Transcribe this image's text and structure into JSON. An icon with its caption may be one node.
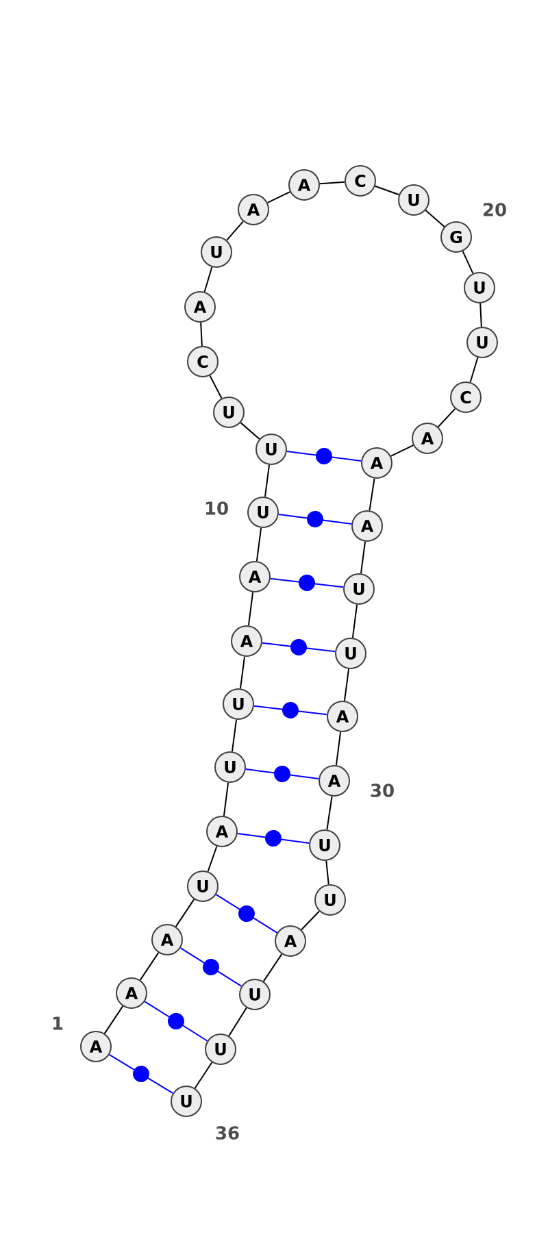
{
  "diagram": {
    "nodes": [
      {
        "text": [
          "A"
        ]
      },
      {
        "text": [
          "A"
        ]
      },
      {
        "text": [
          "A"
        ]
      },
      {
        "text": [
          "U"
        ]
      },
      {
        "text": [
          "A"
        ]
      },
      {
        "text": [
          "U"
        ]
      },
      {
        "text": [
          "U"
        ]
      },
      {
        "text": [
          "A"
        ]
      },
      {
        "text": [
          "A"
        ]
      },
      {
        "text": [
          "U"
        ]
      },
      {
        "text": [
          "U"
        ]
      },
      {
        "text": [
          "U"
        ]
      },
      {
        "text": [
          "C"
        ]
      },
      {
        "text": [
          "A"
        ]
      },
      {
        "text": [
          "U"
        ]
      },
      {
        "text": [
          "A"
        ]
      },
      {
        "text": [
          "A"
        ]
      },
      {
        "text": [
          "C"
        ]
      },
      {
        "text": [
          "U"
        ]
      },
      {
        "text": [
          "G"
        ]
      },
      {
        "text": [
          "U"
        ]
      },
      {
        "text": [
          "U"
        ]
      },
      {
        "text": [
          "C"
        ]
      },
      {
        "text": [
          "A"
        ]
      },
      {
        "text": [
          "A"
        ]
      },
      {
        "text": [
          "A"
        ]
      },
      {
        "text": [
          "U"
        ]
      },
      {
        "text": [
          "U"
        ]
      },
      {
        "text": [
          "A"
        ]
      },
      {
        "text": [
          "A"
        ]
      },
      {
        "text": [
          "U"
        ]
      },
      {
        "text": [
          "U"
        ]
      },
      {
        "text": [
          "A"
        ]
      },
      {
        "text": [
          "U"
        ]
      },
      {
        "text": [
          "U"
        ]
      },
      {
        "text": [
          "U"
        ]
      }
    ],
    "edges": [
      {
        "from": 0,
        "to": 1,
        "arrow": "none"
      },
      {
        "from": 1,
        "to": 2,
        "arrow": "none"
      },
      {
        "from": 2,
        "to": 3,
        "arrow": "none"
      },
      {
        "from": 3,
        "to": 4,
        "arrow": "none"
      },
      {
        "from": 4,
        "to": 5,
        "arrow": "none"
      },
      {
        "from": 5,
        "to": 6,
        "arrow": "none"
      },
      {
        "from": 6,
        "to": 7,
        "arrow": "none"
      },
      {
        "from": 7,
        "to": 8,
        "arrow": "none"
      },
      {
        "from": 8,
        "to": 9,
        "arrow": "none"
      },
      {
        "from": 9,
        "to": 10,
        "arrow": "none"
      },
      {
        "from": 10,
        "to": 11,
        "arrow": "none"
      },
      {
        "from": 11,
        "to": 12,
        "arrow": "none"
      },
      {
        "from": 12,
        "to": 13,
        "arrow": "none"
      },
      {
        "from": 13,
        "to": 14,
        "arrow": "none"
      },
      {
        "from": 14,
        "to": 15,
        "arrow": "none"
      },
      {
        "from": 15,
        "to": 16,
        "arrow": "none"
      },
      {
        "from": 16,
        "to": 17,
        "arrow": "none"
      },
      {
        "from": 17,
        "to": 18,
        "arrow": "none"
      },
      {
        "from": 18,
        "to": 19,
        "arrow": "none"
      },
      {
        "from": 19,
        "to": 20,
        "arrow": "none"
      },
      {
        "from": 20,
        "to": 21,
        "arrow": "none"
      },
      {
        "from": 21,
        "to": 22,
        "arrow": "none"
      },
      {
        "from": 22,
        "to": 23,
        "arrow": "none"
      },
      {
        "from": 23,
        "to": 24,
        "arrow": "none"
      },
      {
        "from": 24,
        "to": 25,
        "arrow": "none"
      },
      {
        "from": 25,
        "to": 26,
        "arrow": "none"
      },
      {
        "from": 26,
        "to": 27,
        "arrow": "none"
      },
      {
        "from": 27,
        "to": 28,
        "arrow": "none"
      },
      {
        "from": 28,
        "to": 29,
        "arrow": "none"
      },
      {
        "from": 29,
        "to": 30,
        "arrow": "none"
      },
      {
        "from": 30,
        "to": 31,
        "arrow": "none"
      },
      {
        "from": 31,
        "to": 32,
        "arrow": "none"
      },
      {
        "from": 32,
        "to": 33,
        "arrow": "none"
      },
      {
        "from": 33,
        "to": 34,
        "arrow": "none"
      },
      {
        "from": 34,
        "to": 35,
        "arrow": "none"
      },
      {
        "from": 10,
        "to": 24,
        "arrow": "none",
        "color": "#0000ff"
      },
      {
        "from": 9,
        "to": 25,
        "arrow": "none",
        "color": "#0000ff"
      },
      {
        "from": 8,
        "to": 26,
        "arrow": "none",
        "color": "#0000ff"
      },
      {
        "from": 7,
        "to": 27,
        "arrow": "none",
        "color": "#0000ff"
      },
      {
        "from": 6,
        "to": 28,
        "arrow": "none",
        "color": "#0000ff"
      },
      {
        "from": 5,
        "to": 29,
        "arrow": "none",
        "color": "#0000ff"
      },
      {
        "from": 4,
        "to": 30,
        "arrow": "none",
        "color": "#0000ff"
      },
      {
        "from": 3,
        "to": 32,
        "arrow": "none",
        "color": "#0000ff"
      },
      {
        "from": 2,
        "to": 33,
        "arrow": "none",
        "color": "#0000ff"
      },
      {
        "from": 1,
        "to": 34,
        "arrow": "none",
        "color": "#0000ff"
      },
      {
        "from": 0,
        "to": 35,
        "arrow": "none",
        "color": "#0000ff"
      }
    ],
    "labels": [
      "20",
      "10",
      "30",
      "1",
      "36"
    ]
  }
}
